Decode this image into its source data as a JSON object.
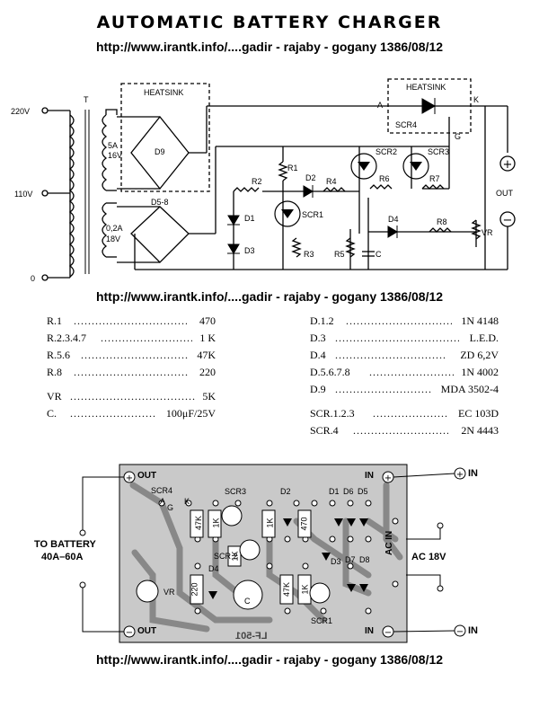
{
  "title": "AUTOMATIC BATTERY CHARGER",
  "watermark": "http://www.irantk.info/....gadir - rajaby - gogany   1386/08/12",
  "schematic": {
    "inputs": [
      "220V",
      "110V",
      "0"
    ],
    "transformer": "T",
    "secondary_main": [
      "5A",
      "16V"
    ],
    "secondary_ctrl": [
      "0,2A",
      "18V"
    ],
    "heatsink": "HEATSINK",
    "components": {
      "bridge_main": "D9",
      "bridge_ctrl": "D5-8",
      "r1": "R1",
      "r2": "R2",
      "r3": "R3",
      "r4": "R4",
      "r5": "R5",
      "r6": "R6",
      "r7": "R7",
      "r8": "R8",
      "d1": "D1",
      "d2": "D2",
      "d3": "D3",
      "d4": "D4",
      "scr1": "SCR1",
      "scr2": "SCR2",
      "scr3": "SCR3",
      "scr4": "SCR4",
      "cap": "C",
      "vr": "VR",
      "anode": "A",
      "kathode": "K",
      "gate": "G"
    },
    "out_label": "OUT",
    "plus": "+",
    "minus": "−"
  },
  "parts_left": [
    {
      "ref": "R.1",
      "value": "470"
    },
    {
      "ref": "R.2.3.4.7",
      "value": "1 K"
    },
    {
      "ref": "R.5.6",
      "value": "47K"
    },
    {
      "ref": "R.8",
      "value": "220"
    },
    {
      "ref": "VR",
      "value": "5K"
    },
    {
      "ref": "C.",
      "value": "100μF/25V"
    }
  ],
  "parts_right": [
    {
      "ref": "D.1.2",
      "value": "1N 4148"
    },
    {
      "ref": "D.3",
      "value": "L.E.D."
    },
    {
      "ref": "D.4",
      "value": "ZD 6,2V"
    },
    {
      "ref": "D.5.6.7.8",
      "value": "1N 4002"
    },
    {
      "ref": "D.9",
      "value": "MDA 3502-4"
    },
    {
      "ref": "SCR.1.2.3",
      "value": "EC 103D"
    },
    {
      "ref": "SCR.4",
      "value": "2N 4443"
    }
  ],
  "pcb": {
    "out_label": "OUT",
    "in_label": "IN",
    "to_battery": [
      "TO BATTERY",
      "40A–60A"
    ],
    "ac_in": "AC IN",
    "ac_value": "AC 18V",
    "board_code": "LF-501",
    "parts": {
      "scr4": "SCR4",
      "scr3": "SCR3",
      "scr2": "SCR 2",
      "scr1": "SCR1",
      "d1": "D1",
      "d2": "D2",
      "d3": "D3",
      "d4": "D4",
      "d5": "D5",
      "d6": "D6",
      "d7": "D7",
      "d8": "D8",
      "vr": "VR",
      "cap": "C",
      "r47k_a": "47K",
      "r1k_a": "1K",
      "r1k_b": "1K",
      "r470": "470",
      "r1k_c": "1K",
      "r220": "220",
      "r47k_b": "47K",
      "r1k_d": "1K",
      "a": "A",
      "k": "K",
      "g": "G"
    }
  }
}
